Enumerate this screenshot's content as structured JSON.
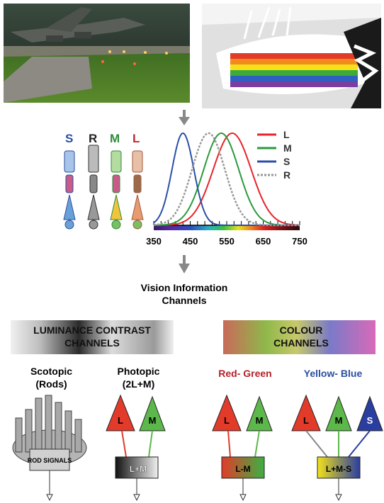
{
  "photos": {
    "left_name": "airfield-night-photo",
    "right_name": "rainbow-cake-photo"
  },
  "cells": {
    "labels": [
      {
        "text": "S",
        "color": "#2a4ea0"
      },
      {
        "text": "R",
        "color": "#222222"
      },
      {
        "text": "M",
        "color": "#2e8b3a"
      },
      {
        "text": "L",
        "color": "#c0282d"
      }
    ]
  },
  "chart_data": {
    "type": "line",
    "x_ticks": [
      350,
      450,
      550,
      650,
      750
    ],
    "xlim": [
      350,
      750
    ],
    "ylim": [
      0,
      1
    ],
    "series": [
      {
        "name": "L",
        "color": "#e8232a",
        "style": "solid",
        "peak": 565,
        "width": 52
      },
      {
        "name": "M",
        "color": "#2a9a3c",
        "style": "solid",
        "peak": 535,
        "width": 48
      },
      {
        "name": "S",
        "color": "#2a4ea8",
        "style": "solid",
        "peak": 430,
        "width": 30
      },
      {
        "name": "R",
        "color": "#999999",
        "style": "dotted",
        "peak": 500,
        "width": 45
      }
    ]
  },
  "flow": {
    "title": "Vision Information Channels"
  },
  "luminance": {
    "banner": "LUMINANCE CONTRAST CHANNELS",
    "scotopic_label": "Scotopic (Rods)",
    "photopic_label": "Photopic (2L+M)",
    "rod_box": "ROD SIGNALS",
    "photopic_box": "L+M",
    "cone_L": "L",
    "cone_M": "M"
  },
  "colour": {
    "banner": "COLOUR CHANNELS",
    "rg_label": "Red- Green",
    "yb_label": "Yellow- Blue",
    "rg_box": "L-M",
    "yb_box": "L+M-S",
    "cone_L": "L",
    "cone_M": "M",
    "cone_S": "S",
    "rg_color": "#b5202a",
    "yb_color": "#2a4ea0"
  }
}
